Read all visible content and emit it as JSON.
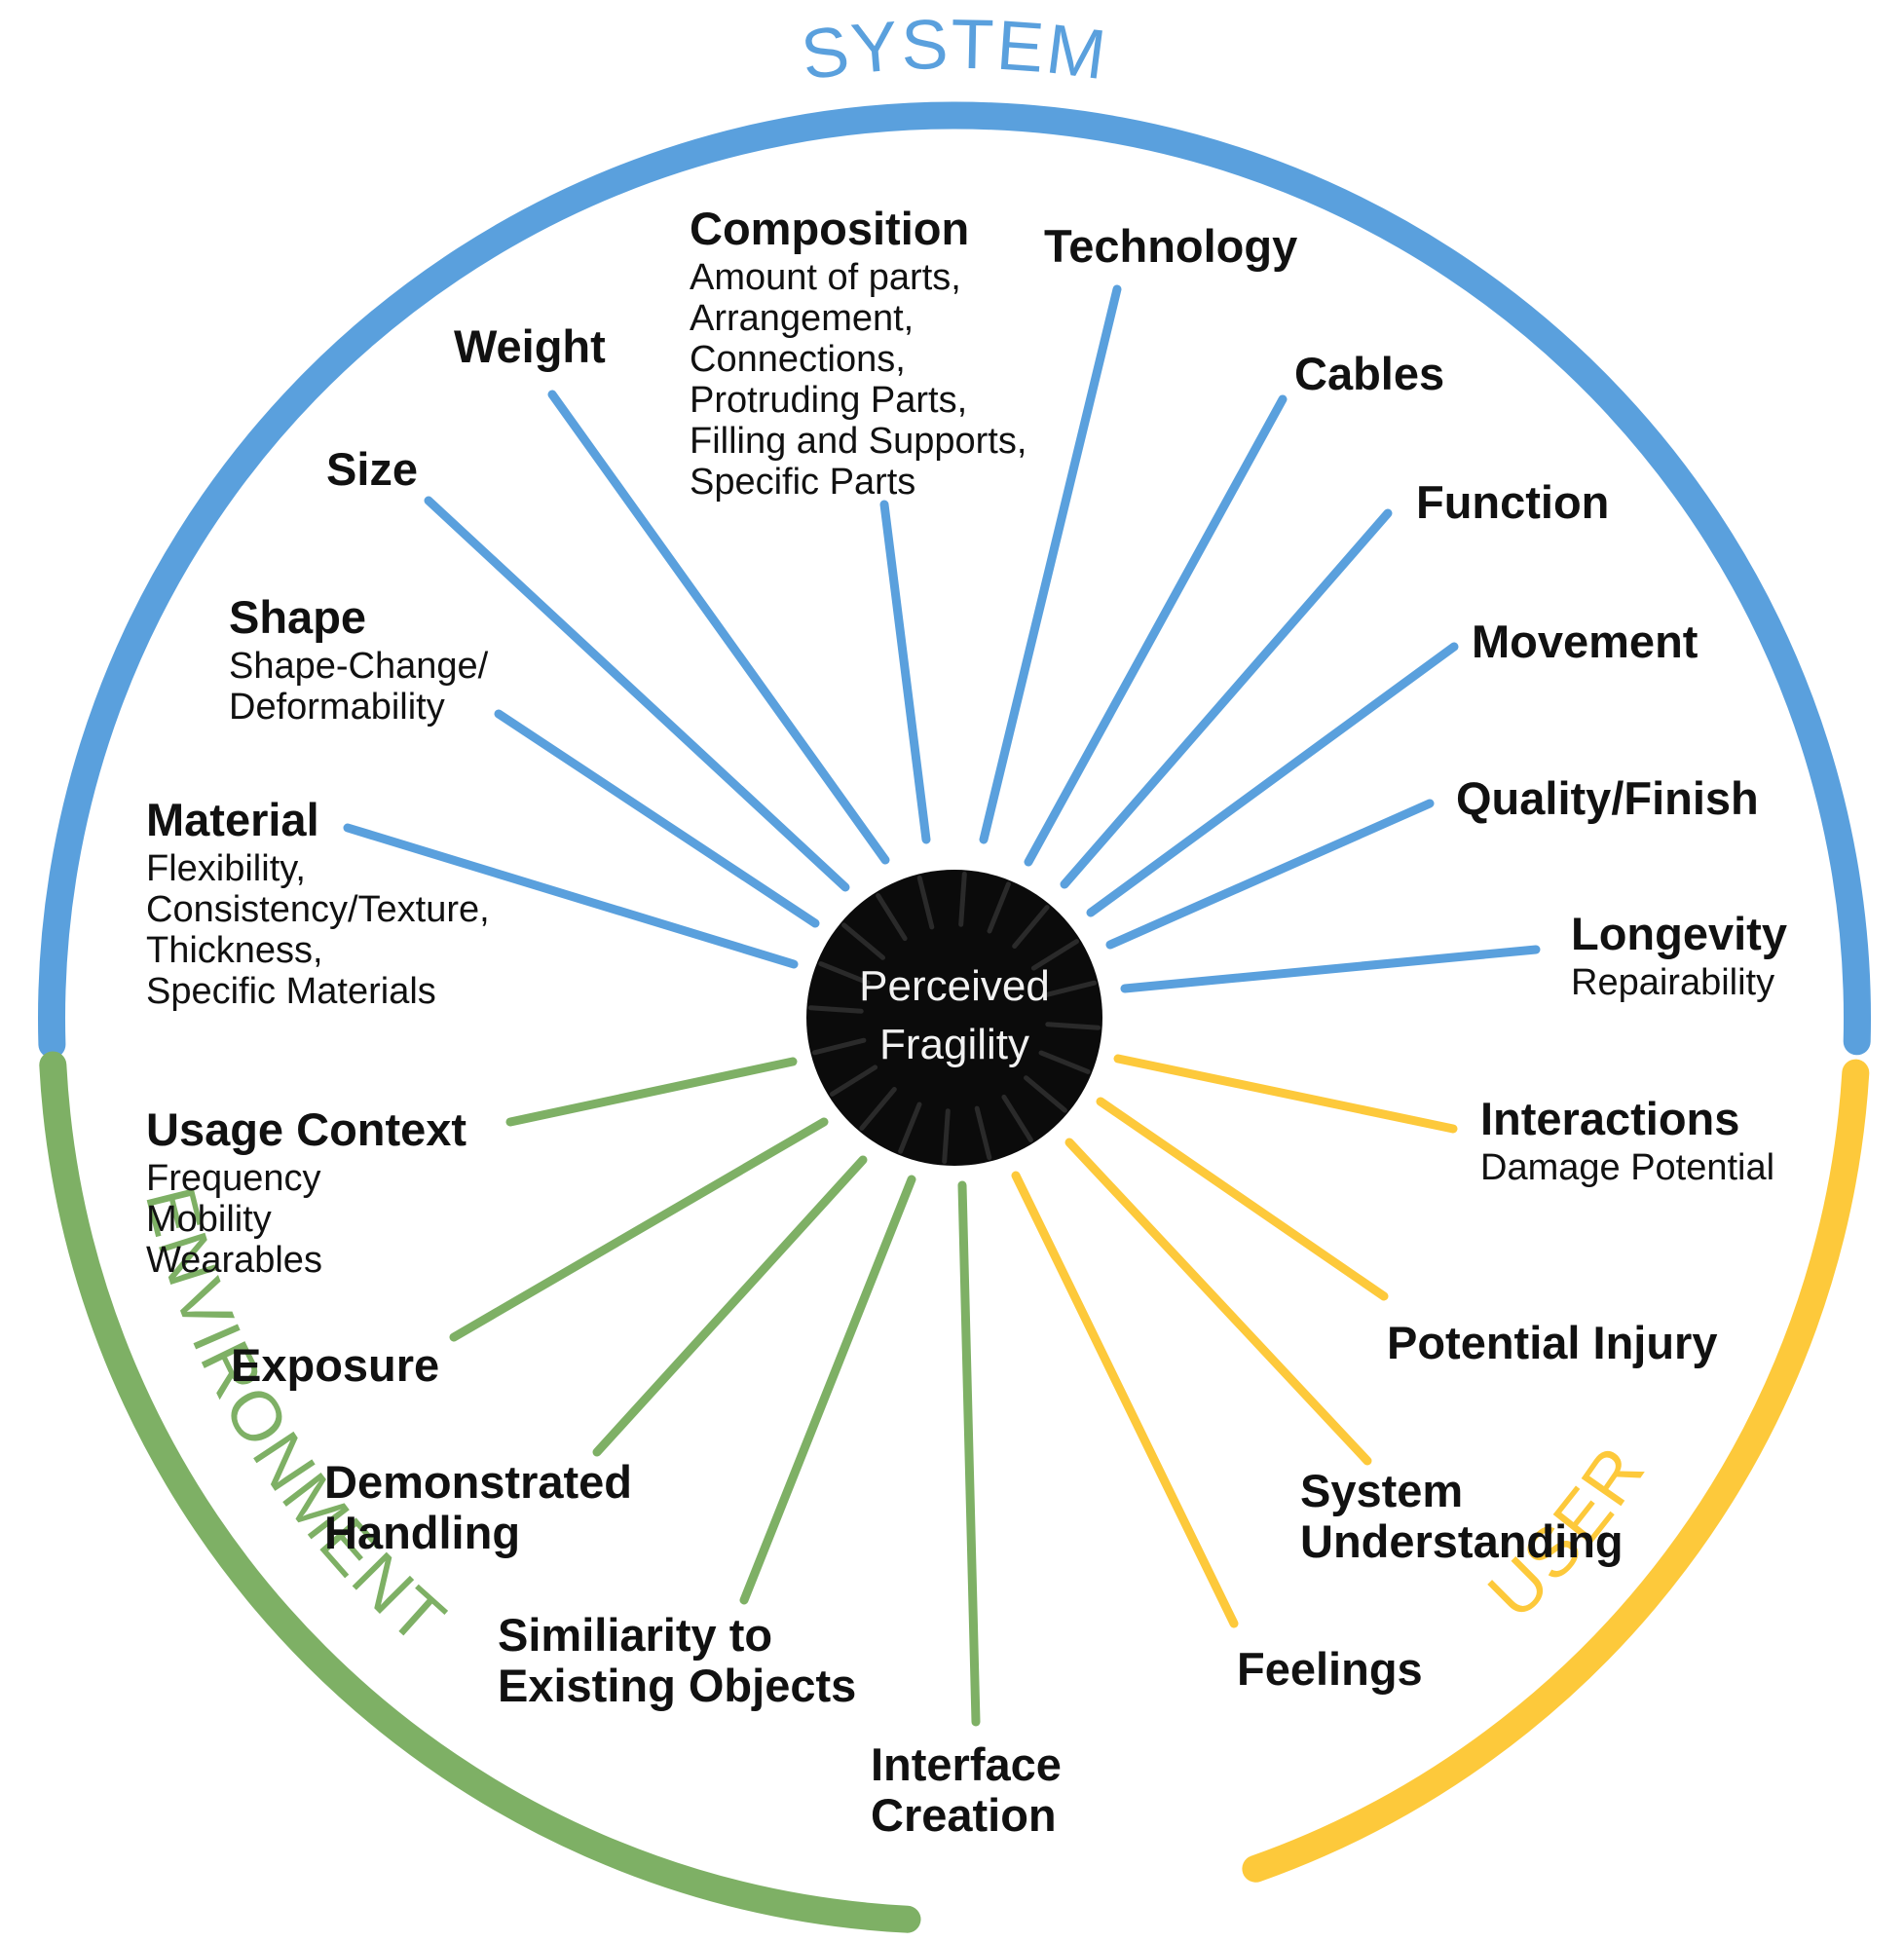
{
  "colors": {
    "system": "#5aa0dd",
    "environment": "#7eb065",
    "user": "#fdc93b",
    "center_fill": "#0b0b0b",
    "text": "#111111"
  },
  "center": {
    "lines": [
      "Perceived",
      "Fragility"
    ]
  },
  "categories": [
    {
      "id": "system",
      "label": "SYSTEM"
    },
    {
      "id": "environment",
      "label": "ENVIRONMENT"
    },
    {
      "id": "user",
      "label": "USER"
    }
  ],
  "factors": [
    {
      "id": "composition",
      "category": "system",
      "title": [
        "Composition"
      ],
      "details": [
        "Amount of parts,",
        "Arrangement,",
        "Connections,",
        "Protruding Parts,",
        "Filling and Supports,",
        "Specific Parts"
      ]
    },
    {
      "id": "technology",
      "category": "system",
      "title": [
        "Technology"
      ],
      "details": []
    },
    {
      "id": "weight",
      "category": "system",
      "title": [
        "Weight"
      ],
      "details": []
    },
    {
      "id": "cables",
      "category": "system",
      "title": [
        "Cables"
      ],
      "details": []
    },
    {
      "id": "size",
      "category": "system",
      "title": [
        "Size"
      ],
      "details": []
    },
    {
      "id": "function",
      "category": "system",
      "title": [
        "Function"
      ],
      "details": []
    },
    {
      "id": "shape",
      "category": "system",
      "title": [
        "Shape"
      ],
      "details": [
        "Shape-Change/",
        "Deformability"
      ]
    },
    {
      "id": "movement",
      "category": "system",
      "title": [
        "Movement"
      ],
      "details": []
    },
    {
      "id": "quality",
      "category": "system",
      "title": [
        "Quality/Finish"
      ],
      "details": []
    },
    {
      "id": "material",
      "category": "system",
      "title": [
        "Material"
      ],
      "details": [
        "Flexibility,",
        "Consistency/Texture,",
        "Thickness,",
        "Specific Materials"
      ]
    },
    {
      "id": "longevity",
      "category": "system",
      "title": [
        "Longevity"
      ],
      "details": [
        "Repairability"
      ]
    },
    {
      "id": "usage-context",
      "category": "environment",
      "title": [
        "Usage Context"
      ],
      "details": [
        "Frequency",
        "Mobility",
        "Wearables"
      ]
    },
    {
      "id": "exposure",
      "category": "environment",
      "title": [
        "Exposure"
      ],
      "details": []
    },
    {
      "id": "demonstrated-handling",
      "category": "environment",
      "title": [
        "Demonstrated",
        "Handling"
      ],
      "details": []
    },
    {
      "id": "similarity",
      "category": "environment",
      "title": [
        "Similiarity to",
        "Existing Objects"
      ],
      "details": []
    },
    {
      "id": "interface-creation",
      "category": "environment",
      "title": [
        "Interface",
        "Creation"
      ],
      "details": []
    },
    {
      "id": "interactions",
      "category": "user",
      "title": [
        "Interactions"
      ],
      "details": [
        "Damage Potential"
      ]
    },
    {
      "id": "potential-injury",
      "category": "user",
      "title": [
        "Potential Injury"
      ],
      "details": []
    },
    {
      "id": "system-understanding",
      "category": "user",
      "title": [
        "System",
        "Understanding"
      ],
      "details": []
    },
    {
      "id": "feelings",
      "category": "user",
      "title": [
        "Feelings"
      ],
      "details": []
    }
  ]
}
